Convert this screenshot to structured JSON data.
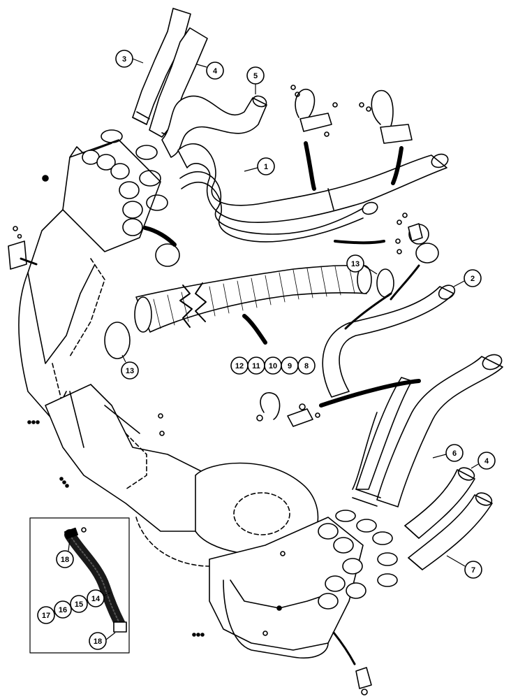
{
  "callouts": {
    "c1": "1",
    "c2": "2",
    "c3": "3",
    "c4a": "4",
    "c4b": "4",
    "c5": "5",
    "c6": "6",
    "c7": "7",
    "c13a": "13",
    "c13b": "13",
    "c12": "12",
    "c11": "11",
    "c10": "10",
    "c9": "9",
    "c8": "8",
    "c17": "17",
    "c16": "16",
    "c15": "15",
    "c14": "14",
    "c18a": "18",
    "c18b": "18"
  },
  "colors": {
    "line": "#000000",
    "fill": "#ffffff",
    "hose": "#1a1a1a"
  }
}
